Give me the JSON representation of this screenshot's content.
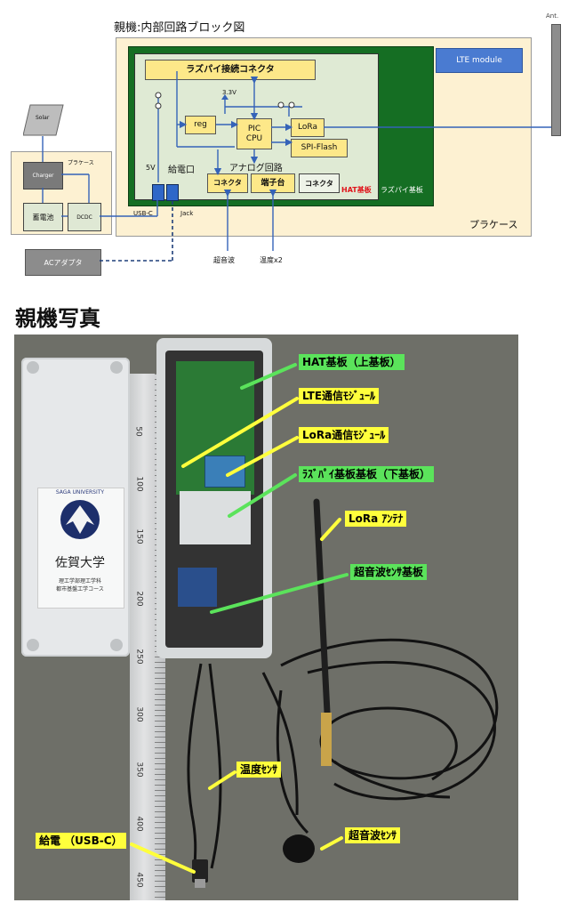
{
  "diagram": {
    "title": "親機:内部回路ブロック図",
    "antenna_label": "Ant.",
    "lte_module": "LTE module",
    "rpi_connector": "ラズパイ接続コネクタ",
    "v33": "3.3V",
    "reg": "reg",
    "pic_cpu_line1": "PIC",
    "pic_cpu_line2": "CPU",
    "lora": "LoRa",
    "spi_flash": "SPI-Flash",
    "analog_circuit": "アナログ回路",
    "connector_left": "コネクタ",
    "terminal_block": "端子台",
    "connector_right": "コネクタ",
    "hat_board": "HAT基板",
    "rpi_board": "ラズパイ基板",
    "plastic_case_main": "プラケース",
    "v5": "5V",
    "power_port": "給電口",
    "usb_c": "USB-C",
    "jack": "Jack",
    "solar": "Solar",
    "plastic_case_small": "プラケース",
    "charger": "Charger",
    "battery": "蓄電池",
    "dcdc": "DCDC",
    "ac_adapter": "ACアダプタ",
    "ultrasonic": "超音波",
    "temperature": "温度x2"
  },
  "photo": {
    "heading": "親機写真",
    "callouts": {
      "hat": "HAT基板（上基板）",
      "lte": "LTE通信ﾓｼﾞｭｰﾙ",
      "lora": "LoRa通信ﾓｼﾞｭｰﾙ",
      "rpi": "ﾗｽﾞﾊﾟｲ基板基板（下基板）",
      "antenna": "LoRa ｱﾝﾃﾅ",
      "ultra_board": "超音波ｾﾝｻ基板",
      "temp_sensor": "温度ｾﾝｻ",
      "power": "給電 （USB-C）",
      "ultra_sensor": "超音波ｾﾝｻ"
    },
    "lid_university_en": "SAGA UNIVERSITY",
    "lid_university_jp": "佐賀大学",
    "lid_dept_line1": "理工学部理工学科",
    "lid_dept_line2": "都市基盤工学コース",
    "ruler_marks": [
      "50",
      "100",
      "150",
      "200",
      "250",
      "300",
      "350",
      "400",
      "450"
    ]
  }
}
